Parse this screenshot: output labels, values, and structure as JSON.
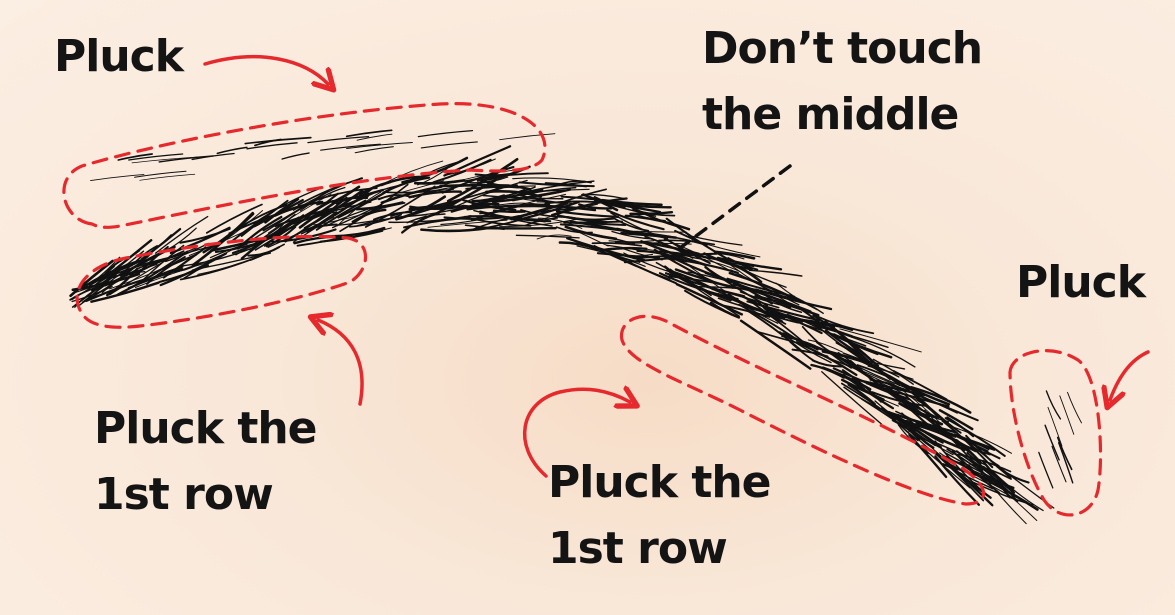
{
  "colors": {
    "background": "#fbeee2",
    "hair": "#111111",
    "annotation": "#e5292d",
    "leader": "#111111",
    "text": "#141414"
  },
  "labels": {
    "pluck_top": "Pluck",
    "middle": {
      "line1": "Don’t touch",
      "line2": "the middle"
    },
    "pluck_tail": "Pluck",
    "first_row_left": {
      "line1": "Pluck the",
      "line2": "1st row"
    },
    "first_row_right": {
      "line1": "Pluck the",
      "line2": "1st row"
    }
  }
}
